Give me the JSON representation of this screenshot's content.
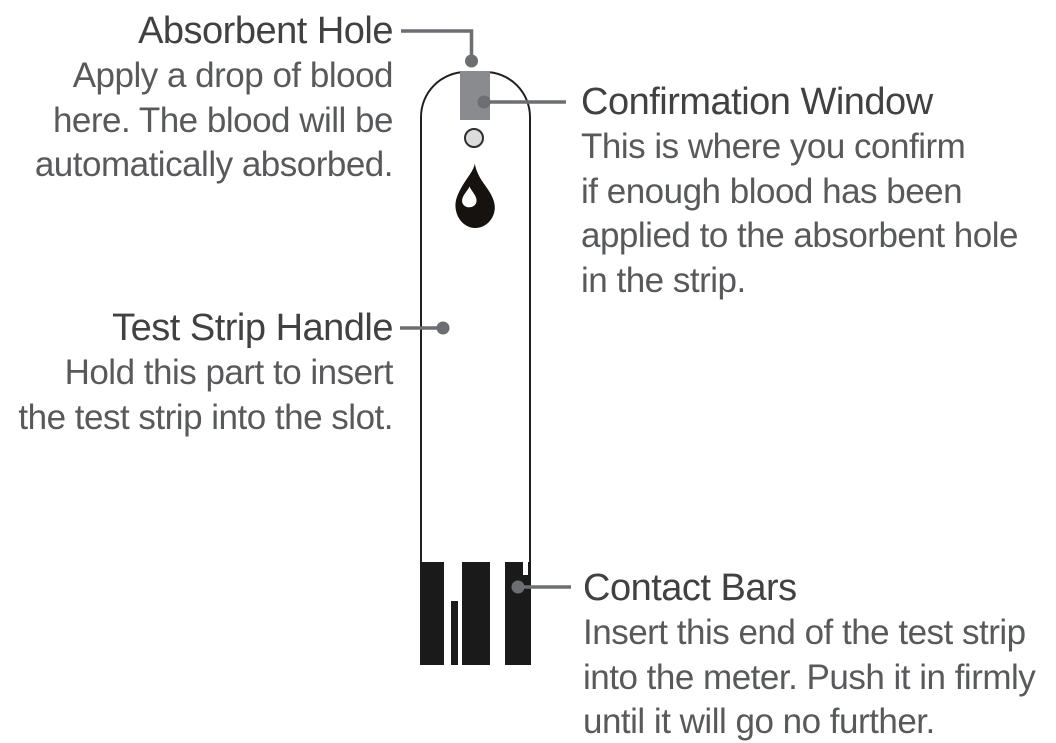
{
  "diagram": {
    "subject": "blood glucose test strip",
    "annotations": {
      "absorbent_hole": {
        "title": "Absorbent Hole",
        "lines": [
          "Apply a drop of blood",
          "here. The blood will be",
          "automatically absorbed."
        ]
      },
      "confirmation_window": {
        "title": "Confirmation Window",
        "lines": [
          "This is where you confirm",
          "if enough blood has been",
          "applied to the absorbent hole",
          "in the strip."
        ]
      },
      "test_strip_handle": {
        "title": "Test Strip Handle",
        "lines": [
          "Hold this part to insert",
          "the test strip into the slot."
        ]
      },
      "contact_bars": {
        "title": "Contact Bars",
        "lines": [
          "Insert this end of the test strip",
          "into the meter. Push it in firmly",
          "until it will go no further."
        ]
      }
    },
    "icons": {
      "blood_drop": "blood-drop-icon"
    },
    "colors": {
      "background": "#ffffff",
      "title_text": "#414042",
      "body_text": "#58595b",
      "leader_line": "#6d6e71",
      "leader_dot": "#6d6e71",
      "strip_outline": "#231f20",
      "absorbent_hole_fill": "#8a8b8e",
      "confirmation_window_fill": "#dcdcdc",
      "contact_bars_fill": "#1a1a1a",
      "blood_drop_fill": "#161210"
    }
  }
}
